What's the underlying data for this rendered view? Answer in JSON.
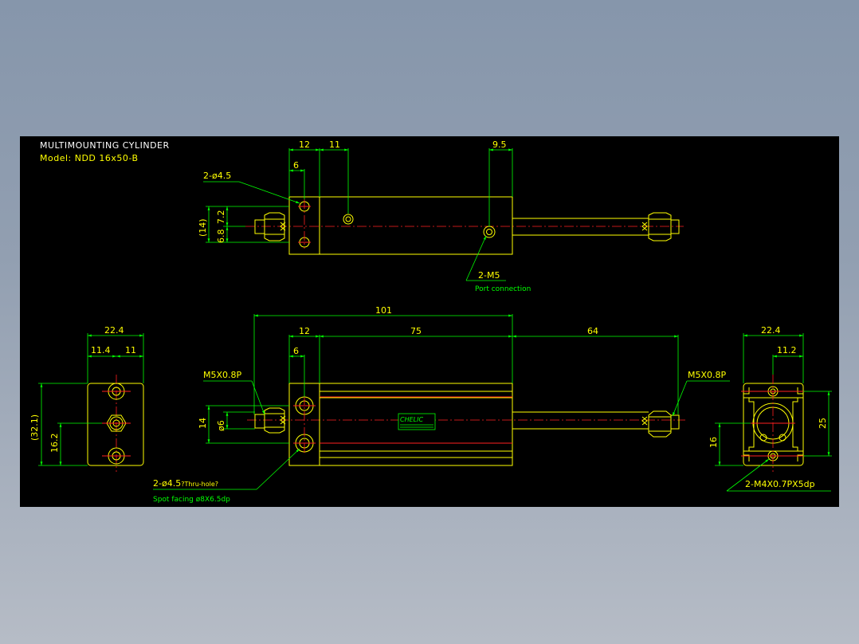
{
  "drawing": {
    "title": "MULTIMOUNTING CYLINDER",
    "model": "Model: NDD 16x50-B",
    "colors": {
      "background": "#000000",
      "outline": "#ffff00",
      "dimension": "#00ff00",
      "centerline": "#ff2020",
      "title": "#ffffff"
    }
  },
  "top_view": {
    "dims": {
      "d12": "12",
      "d11": "11",
      "d9_5": "9.5",
      "d6": "6",
      "d14": "(14)",
      "d6_8": "6.8",
      "d7_2": "7.2"
    },
    "labels": {
      "holes": "2-ø4.5",
      "port": "2-M5",
      "port_desc": "Port connection"
    }
  },
  "front_view": {
    "dims": {
      "d101": "101",
      "d12": "12",
      "d75": "75",
      "d64": "64",
      "d6": "6",
      "d14": "14",
      "dphi6": "ø6"
    },
    "labels": {
      "thread_left": "M5X0.8P",
      "thread_right": "M5X0.8P",
      "holes": "2-ø4.5",
      "holes_suffix": "?Thru-hole?",
      "spot": "Spot facing  ø8X6.5dp",
      "brand": "CHELIC"
    }
  },
  "left_view": {
    "dims": {
      "d22_4": "22.4",
      "d11_4": "11.4",
      "d11": "11",
      "d32_1": "(32.1)",
      "d16_2": "16.2"
    }
  },
  "right_view": {
    "dims": {
      "d22_4": "22.4",
      "d11_2": "11.2",
      "d25": "25",
      "d16": "16"
    },
    "labels": {
      "tap": "2-M4X0.7PX5dp"
    }
  }
}
